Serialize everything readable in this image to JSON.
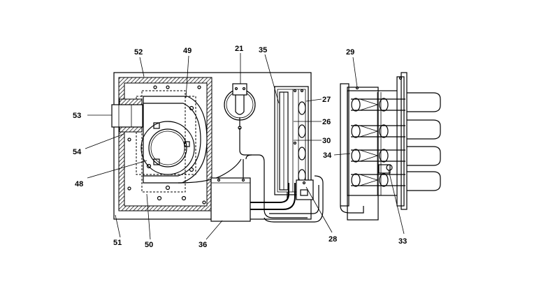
{
  "labels": {
    "l21": "21",
    "l26": "26",
    "l27": "27",
    "l28": "28",
    "l29": "29",
    "l30": "30",
    "l33": "33",
    "l34": "34",
    "l35": "35",
    "l36": "36",
    "l48": "48",
    "l49": "49",
    "l50": "50",
    "l51": "51",
    "l52": "52",
    "l53": "53",
    "l54": "54"
  }
}
